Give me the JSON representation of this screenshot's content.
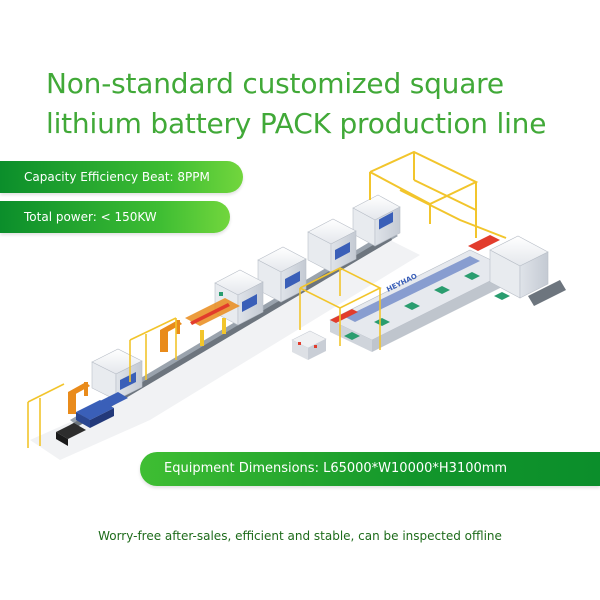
{
  "title": {
    "line1": "Non-standard customized square",
    "line2": "lithium battery PACK production line"
  },
  "specs": {
    "capacity": "Capacity Efficiency Beat: 8PPM",
    "power": "Total power: < 150KW",
    "dimensions": "Equipment Dimensions: L65000*W10000*H3100mm"
  },
  "footer": "Worry-free after-sales, efficient and stable, can be inspected offline",
  "colors": {
    "title_green": "#41a938",
    "pill_green_dark": "#0b8e2b",
    "pill_green_light": "#72d63d",
    "frame_yellow": "#f2c52c",
    "machine_white": "#eef0f3",
    "machine_shadow": "#c9ced6",
    "window_blue": "#3a5fb8",
    "robot_orange": "#e98b1b",
    "accent_red": "#e23c2c",
    "conveyor_green": "#2a9d6f"
  },
  "illustration": {
    "machine_logo": "HEYHAO"
  }
}
